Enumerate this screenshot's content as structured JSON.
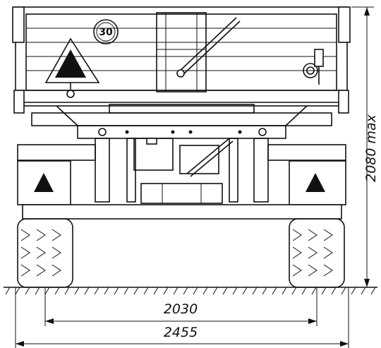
{
  "drawing": {
    "speed_sign_text": "30",
    "dimensions": {
      "height_label": "2080 max",
      "track_width_label": "2030",
      "overall_width_label": "2455"
    }
  }
}
